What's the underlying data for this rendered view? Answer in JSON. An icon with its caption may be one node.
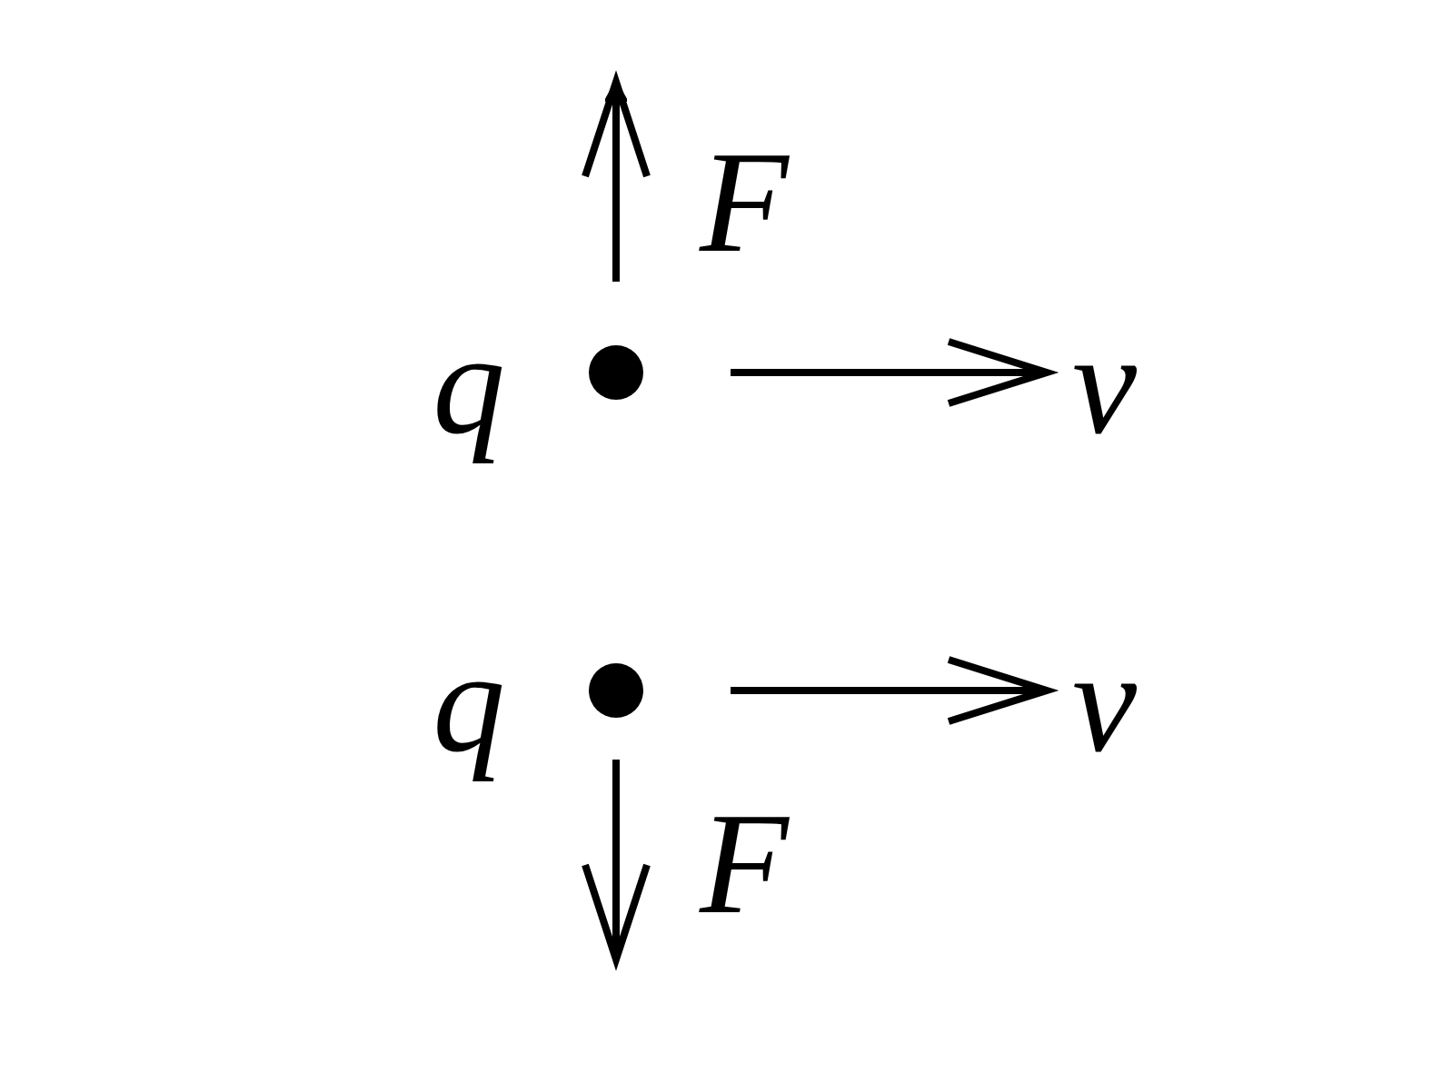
{
  "diagram": {
    "labels": [
      "F",
      "q",
      "v",
      "q",
      "v",
      "F"
    ]
  }
}
